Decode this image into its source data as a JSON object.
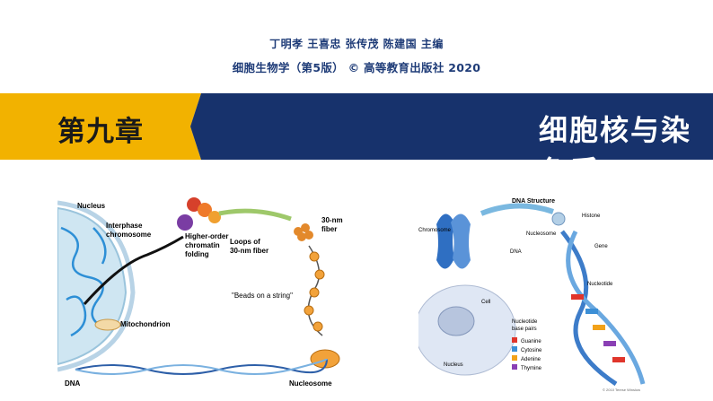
{
  "header": {
    "editors": "丁明孝 王喜忠 张传茂 陈建国 主编",
    "book": "细胞生物学（第5版） © 高等教育出版社 2020"
  },
  "band": {
    "chapter": "第九章",
    "title": "细胞核与染色质",
    "colors": {
      "left": "#f2b200",
      "right": "#17326c"
    }
  },
  "figure_left": {
    "labels": {
      "nucleus": "Nucleus",
      "interphase1": "Interphase",
      "interphase2": "chromosome",
      "higher1": "Higher-order",
      "higher2": "chromatin",
      "higher3": "folding",
      "loops1": "Loops of",
      "loops2": "30-nm fiber",
      "fiber1": "30-nm",
      "fiber2": "fiber",
      "beads": "\"Beads on a string\"",
      "mito": "Mitochondrion",
      "dna": "DNA",
      "nucleosome": "Nucleosome"
    }
  },
  "figure_right": {
    "labels": {
      "dna_structure": "DNA Structure",
      "chromosome": "Chromosome",
      "histone": "Histone",
      "nucleosome": "Nucleosome",
      "dna": "DNA",
      "gene": "Gene",
      "cell": "Cell",
      "nucleus": "Nucleus",
      "nucleotide": "Nucleotide",
      "base_pairs1": "Nucleotide",
      "base_pairs2": "base pairs",
      "copyright": "© 2010 Terese Winslow"
    },
    "legend": [
      {
        "name": "Guanine",
        "color": "#e0352b"
      },
      {
        "name": "Cytosine",
        "color": "#3c8fd6"
      },
      {
        "name": "Adenine",
        "color": "#f2a21a"
      },
      {
        "name": "Thymine",
        "color": "#8a3fb4"
      }
    ]
  }
}
